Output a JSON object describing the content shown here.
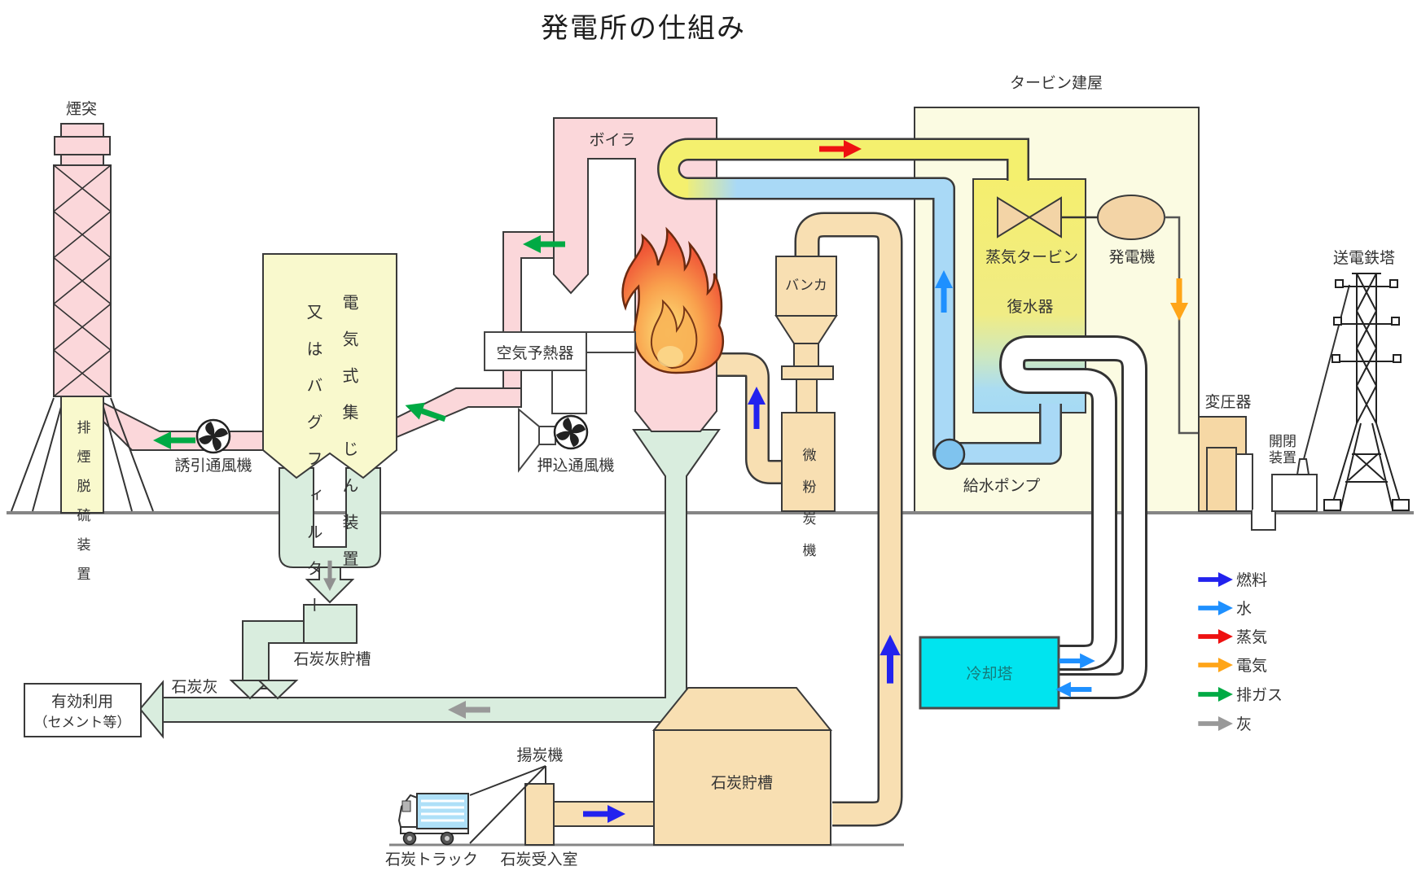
{
  "title": "発電所の仕組み",
  "labels": {
    "chimney": "煙突",
    "fgd": "排煙脱硫装置",
    "induced_fan": "誘引通風機",
    "precipitator_col1": "電気式集じん装置",
    "precipitator_col2": "又はバグフィルター",
    "air_preheater": "空気予熱器",
    "forced_fan": "押込通風機",
    "boiler": "ボイラ",
    "bunker": "バンカ",
    "pulverizer": "微粉炭機",
    "turbine_building": "タービン建屋",
    "steam_turbine": "蒸気タービン",
    "condenser": "復水器",
    "generator": "発電機",
    "feed_pump": "給水ポンプ",
    "transformer": "変圧器",
    "switchgear_line1": "開閉",
    "switchgear_line2": "装置",
    "transmission_tower": "送電鉄塔",
    "cooling_tower": "冷却塔",
    "ash_tank": "石炭灰貯槽",
    "coal_ash": "石炭灰",
    "reuse_line1": "有効利用",
    "reuse_line2": "（セメント等）",
    "coal_truck": "石炭トラック",
    "coal_unloader": "揚炭機",
    "coal_receiving": "石炭受入室",
    "coal_storage": "石炭貯槽"
  },
  "legend": {
    "items": [
      {
        "label": "燃料",
        "color": "#2222ee"
      },
      {
        "label": "水",
        "color": "#1e90ff"
      },
      {
        "label": "蒸気",
        "color": "#ee1111"
      },
      {
        "label": "電気",
        "color": "#ffa518"
      },
      {
        "label": "排ガス",
        "color": "#00aa44"
      },
      {
        "label": "灰",
        "color": "#999999"
      }
    ]
  },
  "colors": {
    "exhaust_pink": "#fbd7da",
    "building_yellow": "#f9f9cd",
    "turbine_building_yellow": "#fbfbe2",
    "condenser_yellow": "#f5ee6e",
    "steam_yellow": "#f4f06e",
    "water_blue": "#a9d9f6",
    "coal_tan": "#f8dfb2",
    "ash_green": "#d9edde",
    "cooling_cyan": "#00e4ef"
  }
}
